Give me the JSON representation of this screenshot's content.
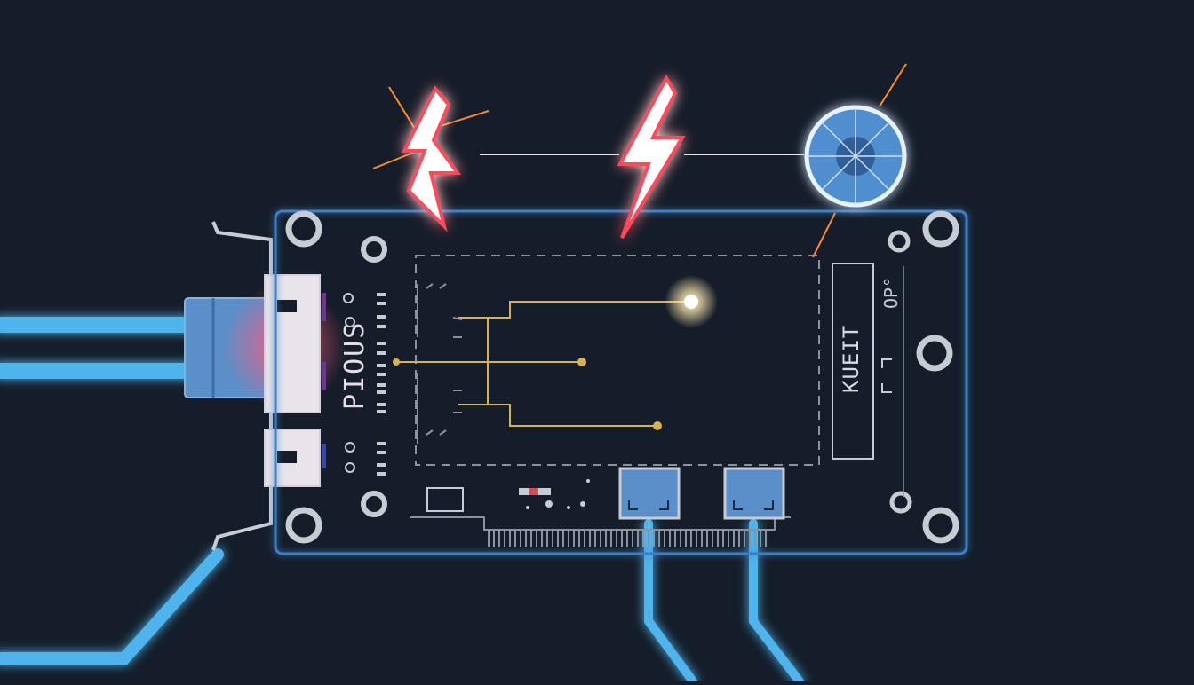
{
  "labels": {
    "left_vertical": "PIOUS",
    "right_vertical": "KUEIT",
    "right_corner": "OP°"
  },
  "colors": {
    "background": "#141d29",
    "board_outline": "#3d7fc4",
    "cable_glow": "#4fb3ec",
    "trace": "#d8b24c",
    "spark": "#ff4a5a",
    "spark_ray": "#ff8a2a",
    "silkscreen": "#c7ccd3",
    "connector": "#5a8fc9"
  },
  "icons": [
    "lightning-bolt-icon",
    "lightning-bolt-icon",
    "target-crosshair-icon",
    "mounting-hole-icon",
    "led-glow-icon"
  ]
}
